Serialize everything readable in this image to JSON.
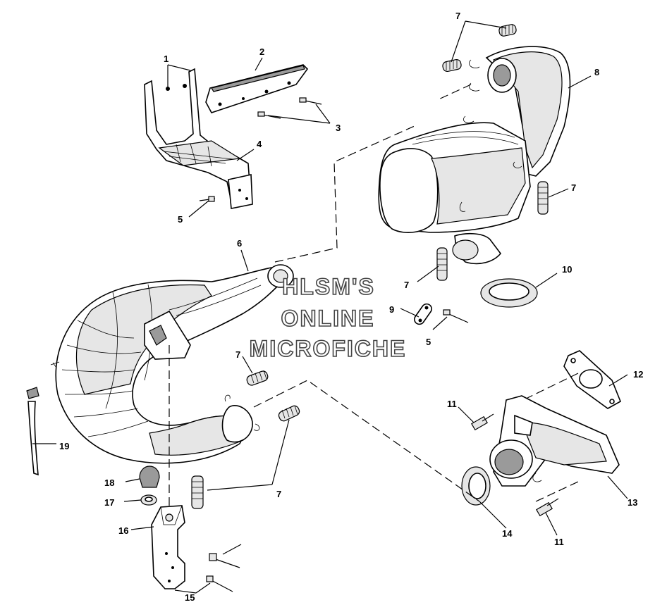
{
  "watermark": {
    "line1": "HLSM'S",
    "line2": "ONLINE",
    "line3": "MICROFICHE"
  },
  "callouts": {
    "c1": "1",
    "c2": "2",
    "c3": "3",
    "c4": "4",
    "c5a": "5",
    "c5b": "5",
    "c6": "6",
    "c7a": "7",
    "c7b": "7",
    "c7c": "7",
    "c7d": "7",
    "c7e": "7",
    "c8": "8",
    "c9": "9",
    "c10": "10",
    "c11a": "11",
    "c11b": "11",
    "c12": "12",
    "c13": "13",
    "c14": "14",
    "c15": "15",
    "c16": "16",
    "c17": "17",
    "c18": "18",
    "c19": "19"
  }
}
